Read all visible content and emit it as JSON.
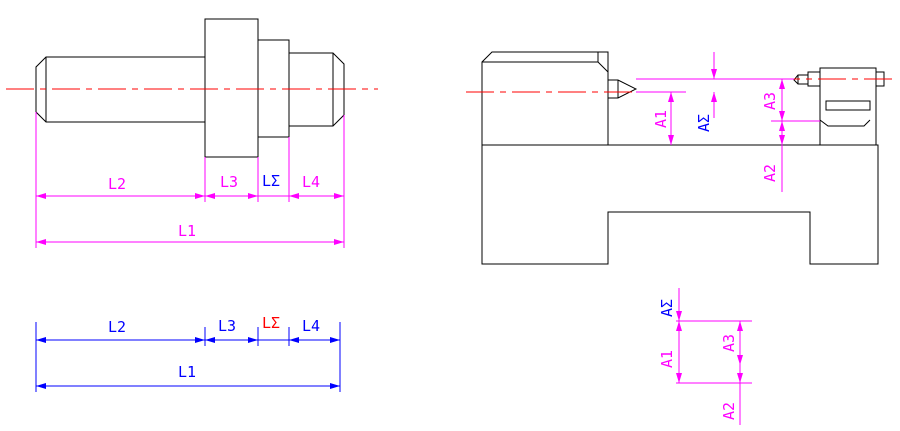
{
  "colors": {
    "line": "#000000",
    "dimension": "#ff00ff",
    "closing_link": "#0000ff",
    "centerline": "#ff0000",
    "closing_label_bottom": "#ff0000"
  },
  "shaft_chain": {
    "labels": {
      "l2": "L2",
      "l3": "L3",
      "lsigma": "LΣ",
      "l4": "L4",
      "l1": "L1"
    }
  },
  "shaft_chain_schematic": {
    "labels": {
      "l2": "L2",
      "l3": "L3",
      "lsigma": "LΣ",
      "l4": "L4",
      "l1": "L1"
    }
  },
  "lathe_chain": {
    "labels": {
      "a1": "A1",
      "asigma": "AΣ",
      "a3": "A3",
      "a2": "A2"
    }
  },
  "lathe_chain_schematic": {
    "labels": {
      "asigma": "AΣ",
      "a1": "A1",
      "a3": "A3",
      "a2": "A2"
    }
  }
}
